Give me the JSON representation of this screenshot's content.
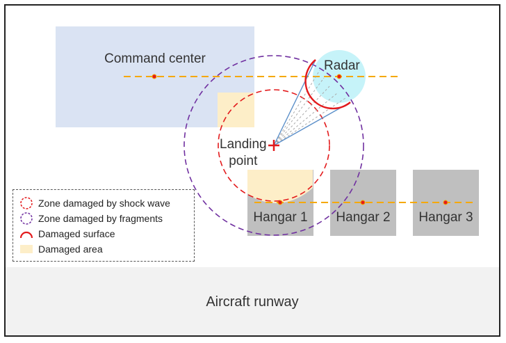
{
  "buildings": {
    "command_center": "Command center",
    "radar": "Radar",
    "hangar_1": "Hangar 1",
    "hangar_2": "Hangar 2",
    "hangar_3": "Hangar 3",
    "runway": "Aircraft runway"
  },
  "landing_point": {
    "line1": "Landing",
    "line2": "point"
  },
  "legend": {
    "shock_wave": "Zone damaged by shock wave",
    "fragments": "Zone damaged by fragments",
    "surface": "Damaged surface",
    "area": "Damaged area"
  },
  "colors": {
    "shock_wave": "#e31a1c",
    "fragments": "#7030a0",
    "damaged_area": "#fdeec8",
    "radar_fill": "#c6f3f9",
    "command_fill": "#dae3f3",
    "hangar_fill": "#bfbfbf",
    "runway_fill": "#f2f2f2",
    "axis_line": "#f5a800",
    "line_of_sight": "#5b8fc9"
  }
}
